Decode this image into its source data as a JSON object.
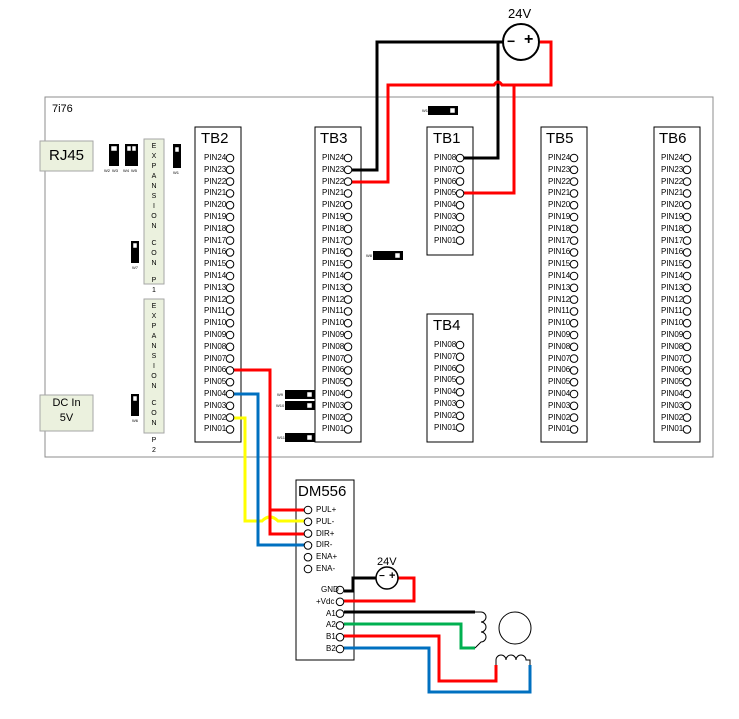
{
  "board": {
    "name": "7i76",
    "rj45_label": "RJ45",
    "dcin_line1": "DC In",
    "dcin_line2": "5V",
    "expansion_p1": "EXPANSION CON P1",
    "expansion_p2": "EXPANSION CON P2",
    "jumpers": {
      "w2": "W2",
      "w3": "W3",
      "w4": "W4",
      "w5": "W5",
      "w1": "W1",
      "w6": "W6",
      "w7": "W7",
      "w8": "W8",
      "w9": "W9",
      "w10": "W10",
      "w11": "W11"
    }
  },
  "terminal_blocks": {
    "tb2": {
      "title": "TB2",
      "pins": [
        "PIN24",
        "PIN23",
        "PIN22",
        "PIN21",
        "PIN20",
        "PIN19",
        "PIN18",
        "PIN17",
        "PIN16",
        "PIN15",
        "PIN14",
        "PIN13",
        "PIN12",
        "PIN11",
        "PIN10",
        "PIN09",
        "PIN08",
        "PIN07",
        "PIN06",
        "PIN05",
        "PIN04",
        "PIN03",
        "PIN02",
        "PIN01"
      ]
    },
    "tb3": {
      "title": "TB3",
      "pins": [
        "PIN24",
        "PIN23",
        "PIN22",
        "PIN21",
        "PIN20",
        "PIN19",
        "PIN18",
        "PIN17",
        "PIN16",
        "PIN15",
        "PIN14",
        "PIN13",
        "PIN12",
        "PIN11",
        "PIN10",
        "PIN09",
        "PIN08",
        "PIN07",
        "PIN06",
        "PIN05",
        "PIN04",
        "PIN03",
        "PIN02",
        "PIN01"
      ]
    },
    "tb1": {
      "title": "TB1",
      "pins": [
        "PIN08",
        "PIN07",
        "PIN06",
        "PIN05",
        "PIN04",
        "PIN03",
        "PIN02",
        "PIN01"
      ]
    },
    "tb4": {
      "title": "TB4",
      "pins": [
        "PIN08",
        "PIN07",
        "PIN06",
        "PIN05",
        "PIN04",
        "PIN03",
        "PIN02",
        "PIN01"
      ]
    },
    "tb5": {
      "title": "TB5",
      "pins": [
        "PIN24",
        "PIN23",
        "PIN22",
        "PIN21",
        "PIN20",
        "PIN19",
        "PIN18",
        "PIN17",
        "PIN16",
        "PIN15",
        "PIN14",
        "PIN13",
        "PIN12",
        "PIN11",
        "PIN10",
        "PIN09",
        "PIN08",
        "PIN07",
        "PIN06",
        "PIN05",
        "PIN04",
        "PIN03",
        "PIN02",
        "PIN01"
      ]
    },
    "tb6": {
      "title": "TB6",
      "pins": [
        "PIN24",
        "PIN23",
        "PIN22",
        "PIN21",
        "PIN20",
        "PIN19",
        "PIN18",
        "PIN17",
        "PIN16",
        "PIN15",
        "PIN14",
        "PIN13",
        "PIN12",
        "PIN11",
        "PIN10",
        "PIN09",
        "PIN08",
        "PIN07",
        "PIN06",
        "PIN05",
        "PIN04",
        "PIN03",
        "PIN02",
        "PIN01"
      ]
    }
  },
  "driver": {
    "title": "DM556",
    "inputs": [
      "PUL+",
      "PUL-",
      "DIR+",
      "DIR-",
      "ENA+",
      "ENA-"
    ],
    "outputs": [
      "GND",
      "+Vdc",
      "A1",
      "A2",
      "B1",
      "B2"
    ]
  },
  "supplies": {
    "main": {
      "label": "24V",
      "minus": "−",
      "plus": "+"
    },
    "motor": {
      "label": "24V",
      "minus": "−",
      "plus": "+"
    }
  },
  "colors": {
    "red": "#ff0000",
    "black": "#000000",
    "yellow": "#ffff00",
    "blue": "#0070c0",
    "green": "#00b050",
    "expansion_fill": "#ebf1de",
    "label_box_fill": "#ebf1de"
  }
}
